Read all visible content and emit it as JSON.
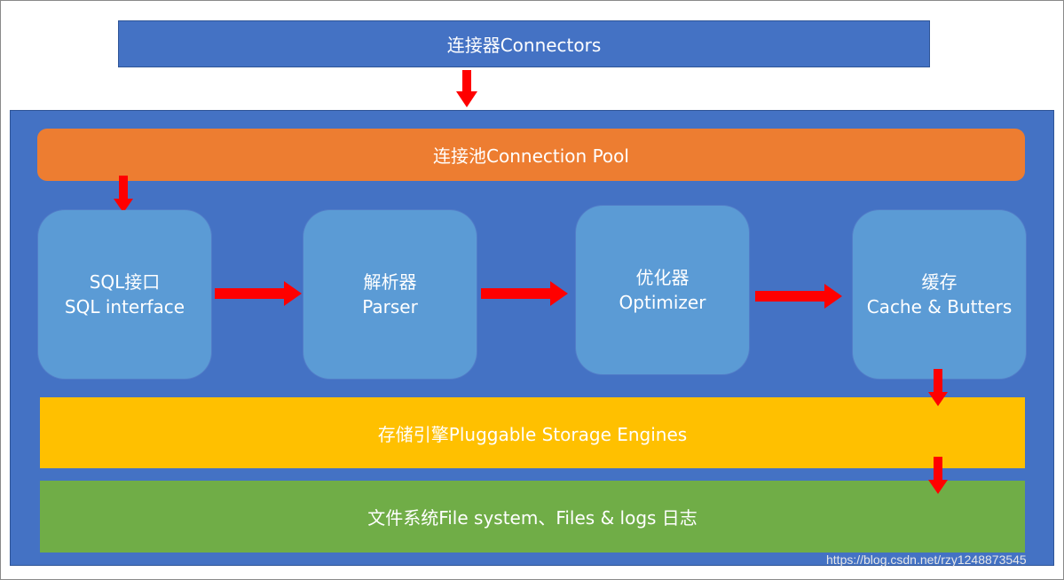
{
  "connectors": {
    "label": "连接器Connectors"
  },
  "pool": {
    "label": "连接池Connection Pool"
  },
  "modules": [
    {
      "line1": "SQL接口",
      "line2": "SQL interface"
    },
    {
      "line1": "解析器",
      "line2": "Parser"
    },
    {
      "line1": "优化器",
      "line2": "Optimizer"
    },
    {
      "line1": "缓存",
      "line2": "Cache & Butters"
    }
  ],
  "storage": {
    "label": "存储引擎Pluggable Storage Engines"
  },
  "filesystem": {
    "label": "文件系统File system、Files & logs 日志"
  },
  "watermark": "https://blog.csdn.net/rzy1248873545",
  "colors": {
    "container": "#4472c4",
    "pool": "#ed7d31",
    "module": "#5b9bd5",
    "storage": "#ffc000",
    "filesystem": "#70ad47",
    "arrow": "#ff0000"
  }
}
